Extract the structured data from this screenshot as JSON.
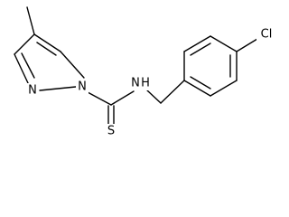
{
  "diagram": {
    "atom_labels": {
      "n_pyrazole_2": "N",
      "n_pyrazole_1": "N",
      "nh": "N",
      "h": "H",
      "s": "S",
      "cl": "Cl"
    }
  }
}
